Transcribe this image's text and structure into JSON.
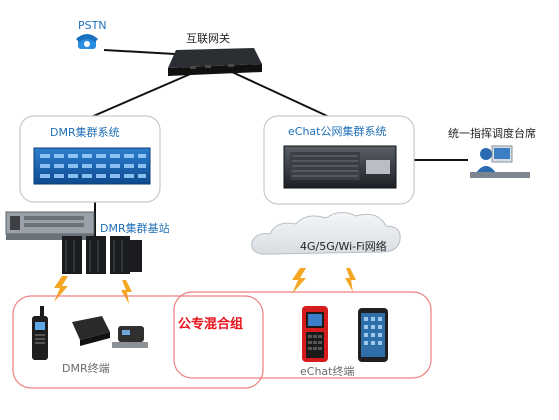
{
  "nodes": {
    "pstn": {
      "label": "PSTN"
    },
    "gateway": {
      "label": "互联网关"
    },
    "dmr_cluster": {
      "label": "DMR集群系统"
    },
    "echat_cluster": {
      "label": "eChat公网集群系统"
    },
    "dispatch": {
      "label": "统一指挥调度台席"
    },
    "dmr_base": {
      "label": "DMR集群基站"
    },
    "network": {
      "label": "4G/5G/Wi-Fi网络"
    },
    "mixed_group": {
      "label": "公专混合组"
    },
    "dmr_terminals": {
      "label": "DMR终端"
    },
    "echat_terminals": {
      "label": "eChat终端"
    }
  },
  "colors": {
    "accent_blue": "#1e6fb8",
    "mixed_red": "#e8131c",
    "lightning": "#f5a623",
    "box_border": "#c9c9c9",
    "zone_border": "#f08080"
  },
  "icons": [
    "phone-icon",
    "gateway-device",
    "rack-server",
    "dispatch-operator-icon",
    "cloud",
    "lightning-bolt",
    "handheld-radio",
    "mobile-radio",
    "smartphone"
  ]
}
